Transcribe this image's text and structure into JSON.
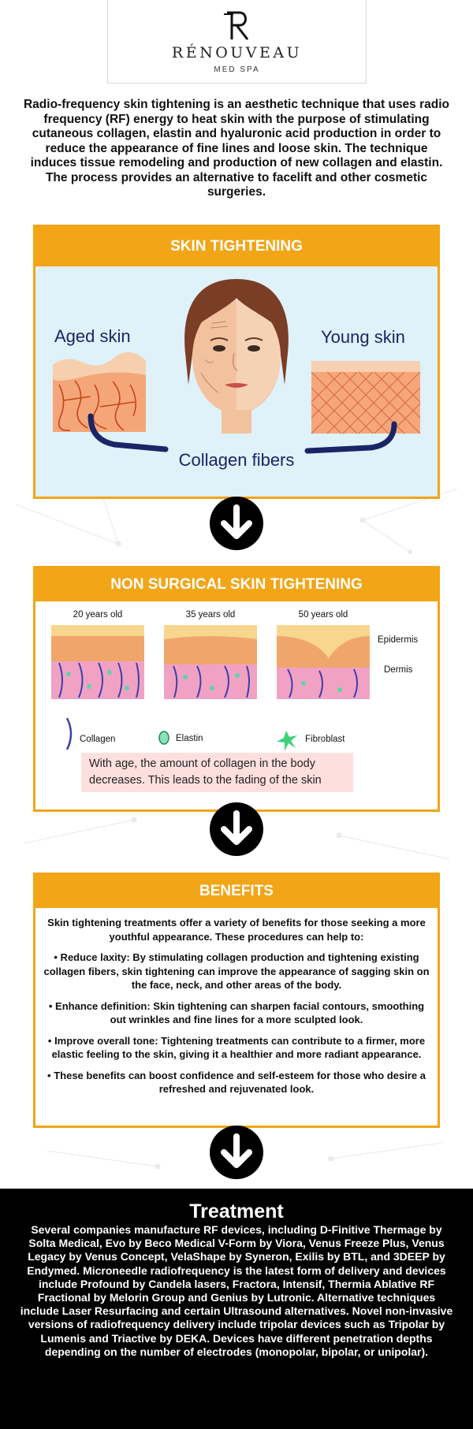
{
  "brand": {
    "name": "RÉNOUVEAU",
    "tagline": "MED SPA"
  },
  "intro": "Radio-frequency skin tightening is an aesthetic technique that uses radio frequency (RF) energy to heat skin with the purpose of stimulating cutaneous collagen, elastin and hyaluronic acid production in order to reduce the appearance of fine lines and loose skin. The technique induces tissue remodeling and production of new collagen and elastin. The process provides an alternative to facelift and other cosmetic surgeries.",
  "skin_tightening": {
    "heading": "SKIN TIGHTENING",
    "aged_label": "Aged skin",
    "young_label": "Young skin",
    "fibers_label": "Collagen fibers"
  },
  "non_surgical": {
    "heading": "NON SURGICAL SKIN TIGHTENING",
    "ages": [
      "20 years old",
      "35 years old",
      "50 years old"
    ],
    "epidermis": "Epidermis",
    "dermis": "Dermis",
    "legend": {
      "collagen": "Collagen",
      "elastin": "Elastin",
      "fibroblast": "Fibroblast"
    },
    "note": "With age, the amount of collagen in the body decreases. This leads to the fading of the skin"
  },
  "benefits": {
    "heading": "BENEFITS",
    "paragraphs": [
      "Skin tightening treatments offer a variety of benefits for those seeking a more youthful appearance. These procedures can help to:",
      "• Reduce laxity: By stimulating collagen production and tightening existing collagen fibers, skin tightening can improve the appearance of sagging skin on the face, neck, and other areas of the body.",
      "• Enhance definition: Skin tightening can sharpen facial contours, smoothing out wrinkles and fine lines for a more sculpted look.",
      "• Improve overall tone: Tightening treatments can contribute to a firmer, more elastic feeling to the skin, giving it a healthier and more radiant appearance.",
      "• These benefits can boost confidence and self-esteem for those who desire a refreshed and rejuvenated look."
    ]
  },
  "treatment": {
    "heading": "Treatment",
    "body": "Several companies manufacture RF devices, including D-Finitive Thermage by Solta Medical, Evo by Beco Medical V-Form by Viora, Venus Freeze Plus, Venus Legacy by Venus Concept, VelaShape by Syneron, Exilis by BTL, and 3DEEP by Endymed. Microneedle radiofrequency is the latest form of delivery and devices include Profound by Candela lasers, Fractora, Intensif, Thermia Ablative RF Fractional by Melorin Group and Genius by Lutronic. Alternative techniques include Laser Resurfacing and certain Ultrasound alternatives. Novel non-invasive versions of radiofrequency delivery include tripolar devices such as Tripolar by Lumenis and Triactive by DEKA. Devices have different penetration depths depending on the number of electrodes (monopolar, bipolar, or unipolar)."
  },
  "colors": {
    "accent": "#f2a516",
    "panel_bg": "#dff1f9",
    "note_bg": "#fde0de",
    "navy": "#1b2466"
  }
}
